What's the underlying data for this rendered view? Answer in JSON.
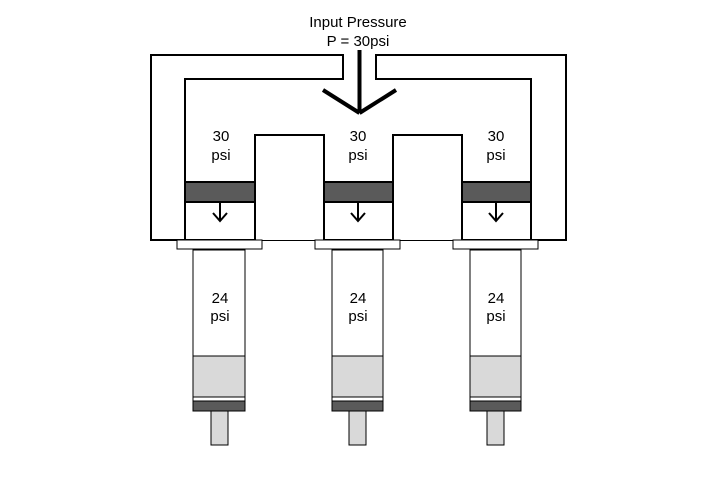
{
  "title": {
    "line1": "Input Pressure",
    "line2": "P = 30psi"
  },
  "chambers": [
    {
      "top_value": "30",
      "top_unit": "psi",
      "bottom_value": "24",
      "bottom_unit": "psi"
    },
    {
      "top_value": "30",
      "top_unit": "psi",
      "bottom_value": "24",
      "bottom_unit": "psi"
    },
    {
      "top_value": "30",
      "top_unit": "psi",
      "bottom_value": "24",
      "bottom_unit": "psi"
    }
  ],
  "colors": {
    "outline": "#000000",
    "piston": "#5a5a5a",
    "syringe_plunger": "#d9d9d9",
    "syringe_seal": "#5a5a5a",
    "background": "#ffffff"
  },
  "icons": {
    "input_flow": "down-arrow-icon",
    "piston_motion": "down-arrow-icon"
  }
}
